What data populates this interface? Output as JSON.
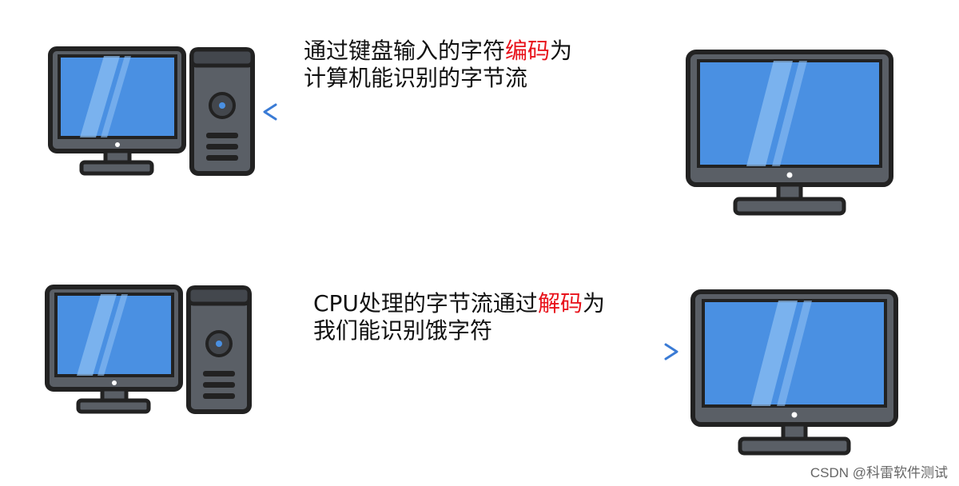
{
  "top": {
    "caption_line1_pre": "通过键盘输入的字符",
    "caption_line1_highlight": "编码",
    "caption_line1_post": "为",
    "caption_line2": "计算机能识别的字节流",
    "arrow_direction": "left"
  },
  "bottom": {
    "caption_line1_pre": "CPU处理的字节流通过",
    "caption_line1_highlight": "解码",
    "caption_line1_post": "为",
    "caption_line2": "我们能识别饿字符",
    "arrow_direction": "right"
  },
  "icons": {
    "computer": "desktop-computer-icon",
    "monitor": "monitor-icon"
  },
  "colors": {
    "highlight": "#e8121b",
    "screen": "#4a90e2",
    "outline": "#222222",
    "case": "#5a5f66",
    "arrow_start": "#3a7bd5",
    "arrow_end": "#2ec4a6"
  },
  "watermark": "CSDN @科雷软件测试"
}
